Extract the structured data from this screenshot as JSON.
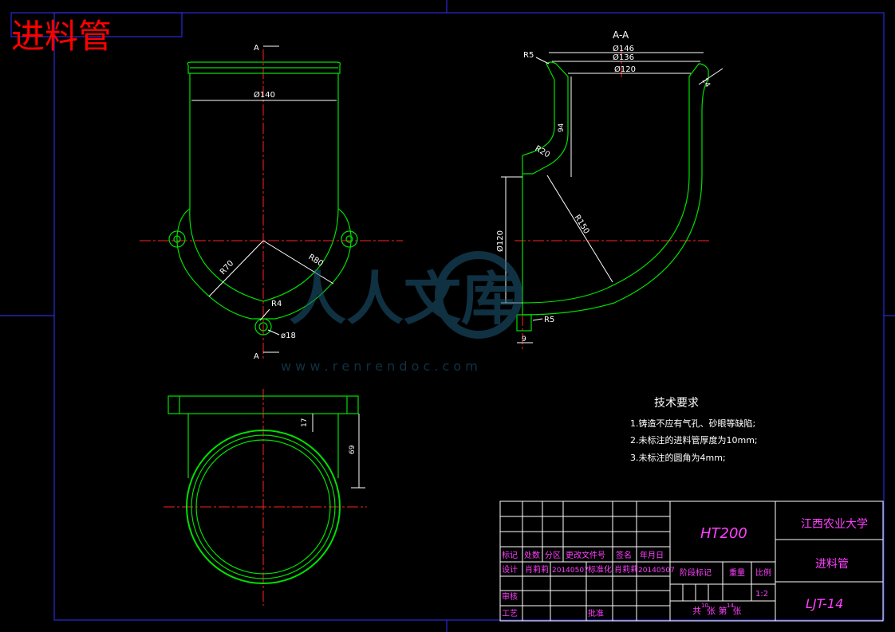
{
  "title": "进料管",
  "section_label": "A-A",
  "cut_marks": {
    "top": "A",
    "bottom": "A"
  },
  "front_view": {
    "dims": {
      "d_top": "Ø140",
      "r_left": "R70",
      "r_right": "R80",
      "r_small": "R4",
      "d_hole": "ø18"
    }
  },
  "section_view": {
    "dims": {
      "d_146": "Ø146",
      "d_136": "Ø136",
      "d_120": "Ø120",
      "r5_top": "R5",
      "t14": "14",
      "h94": "94",
      "r20": "R20",
      "r150": "R150",
      "d_vert": "Ø120",
      "r5_bottom": "R5",
      "w9": "9"
    }
  },
  "bottom_view": {
    "dims": {
      "d17": "17",
      "d69": "69"
    }
  },
  "tech": {
    "title": "技术要求",
    "items": [
      "1.铸造不应有气孔、砂眼等缺陷;",
      "2.未标注的进料管厚度为10mm;",
      "3.未标注的圆角为4mm;"
    ]
  },
  "watermark": {
    "main": "人人文库",
    "url": "w w w . r e n r e n d o c . c o m"
  },
  "titleblock": {
    "material": "HT200",
    "school": "江西农业大学",
    "part_name": "进料管",
    "drawing_no": "LJT-14",
    "headers": [
      "标记",
      "处数",
      "分区",
      "更改文件号",
      "签名",
      "年月日"
    ],
    "design_label": "设计",
    "designer": "肖莉莉",
    "date": "20140507",
    "std_label": "标准化",
    "std_person": "肖莉莉",
    "std_date": "20140507",
    "stage_label": "阶段标记",
    "weight_label": "重量",
    "scale_label": "比例",
    "scale": "1:2",
    "review_label": "审核",
    "process_label": "工艺",
    "approve_label": "批准",
    "sheets": "共  张 第  张",
    "sheets_total": "10",
    "sheets_no": "14"
  },
  "colors": {
    "background": "#000000",
    "outline": "#00e000",
    "centerline": "#ff2020",
    "frame": "#2a2ad8",
    "title": "#ff0000",
    "titleblock_text": "#ff40ff"
  }
}
